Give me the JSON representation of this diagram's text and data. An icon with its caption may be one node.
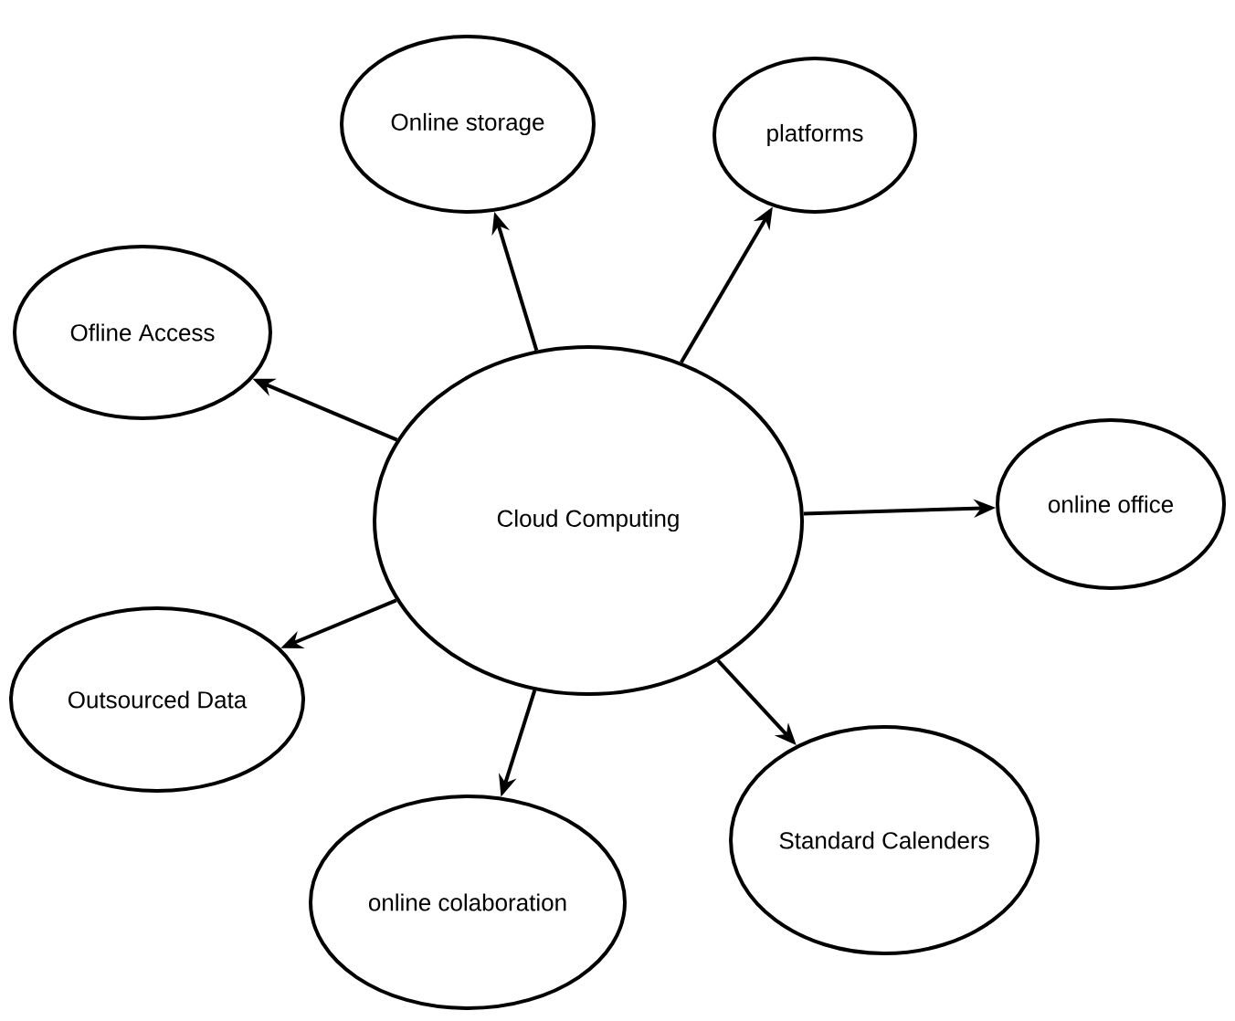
{
  "diagram": {
    "nodes": [
      {
        "text": [
          "Online storage"
        ]
      },
      {
        "text": [
          "platforms"
        ]
      },
      {
        "text": [
          "Ofline Access"
        ]
      },
      {
        "text": [
          "Cloud Computing"
        ]
      },
      {
        "text": [
          "online office"
        ]
      },
      {
        "text": [
          "Outsourced Data"
        ]
      },
      {
        "text": [
          "Standard Calenders"
        ]
      },
      {
        "text": [
          "online colaboration"
        ]
      }
    ],
    "edges": [
      {
        "from": 3,
        "to": 0,
        "arrow": "to"
      },
      {
        "from": 3,
        "to": 1,
        "arrow": "to"
      },
      {
        "from": 3,
        "to": 2,
        "arrow": "to"
      },
      {
        "from": 3,
        "to": 4,
        "arrow": "to"
      },
      {
        "from": 3,
        "to": 5,
        "arrow": "to"
      },
      {
        "from": 3,
        "to": 6,
        "arrow": "to"
      },
      {
        "from": 3,
        "to": 7,
        "arrow": "to"
      }
    ]
  }
}
